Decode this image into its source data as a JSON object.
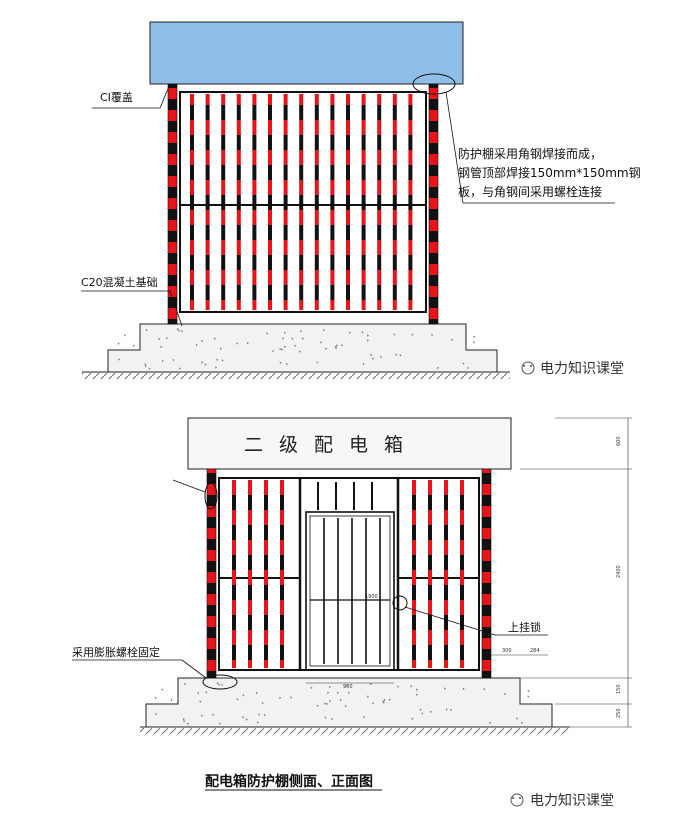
{
  "top_view": {
    "cover_label": "CI覆盖",
    "foundation_label": "C20混凝土基础",
    "note_lines": [
      "防护棚采用角钢焊接而成，",
      "钢管顶部焊接150mm*150mm钢",
      "板，与角钢间采用螺栓连接"
    ]
  },
  "front_view": {
    "sign_text": "二级配电箱",
    "lock_label": "上挂锁",
    "bolt_label": "采用膨胀螺栓固定",
    "dims": {
      "right_top": "600",
      "right_mid": "2400",
      "right_lower1": "150",
      "right_lower2": "250",
      "door_width": "900",
      "door_height": "1900",
      "side_a": "300",
      "side_b": "284"
    }
  },
  "caption": "配电箱防护棚侧面、正面图",
  "watermark": "电力知识课堂",
  "colors": {
    "roof": "#8fbfe8",
    "post_red": "#e8141c",
    "post_black": "#111111",
    "concrete": "#f2f2f2"
  }
}
